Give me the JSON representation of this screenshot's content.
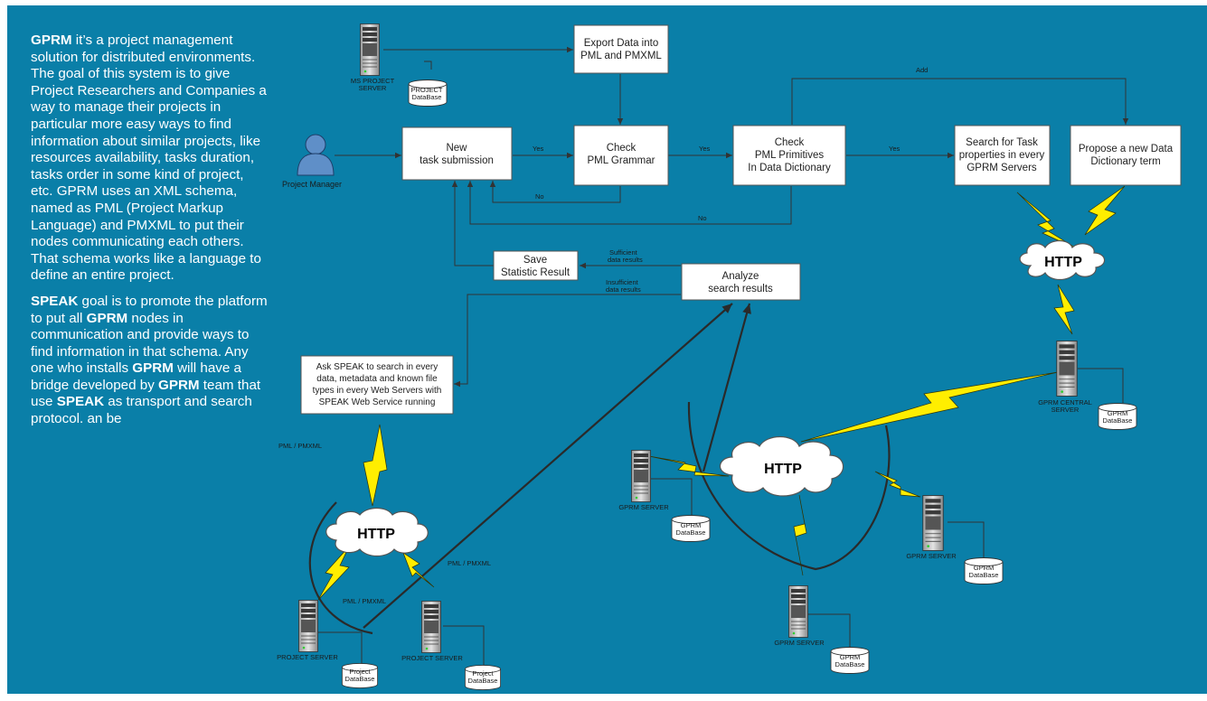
{
  "intro": {
    "p1": {
      "lead": "GPRM",
      "rest": " it’s a project management solution for distributed environments. The goal of this system is to give Project Researchers and Companies a way to manage their projects in particular more easy ways to find information about similar projects, like resources availability, tasks duration, tasks order in some kind of project, etc. GPRM uses an XML schema, named as PML (Project Markup Language) and PMXML to put their nodes communicating each others. That schema works like a language to define an entire project."
    },
    "p2": {
      "b1": "SPEAK",
      "t1": " goal is to promote the platform to put all ",
      "b2": "GPRM",
      "t2": " nodes in communication and provide ways to find information in that schema. Any one who installs ",
      "b3": "GPRM",
      "t3": " will have a bridge developed by ",
      "b4": "GPRM",
      "t4": " team that use ",
      "b5": "SPEAK",
      "t5": " as transport and search protocol. an be"
    }
  },
  "boxes": {
    "export": [
      "Export Data into",
      "PML and PMXML"
    ],
    "new_task": [
      "New",
      "task submission"
    ],
    "check_grammar": [
      "Check",
      "PML Grammar"
    ],
    "check_primitives": [
      "Check",
      "PML Primitives",
      "In Data Dictionary"
    ],
    "search_task": [
      "Search for Task",
      "properties in every",
      "GPRM Servers"
    ],
    "propose": [
      "Propose a new Data",
      "Dictionary term"
    ],
    "save": [
      "Save",
      "Statistic Result"
    ],
    "analyze": [
      "Analyze",
      "search results"
    ],
    "ask_speak": [
      "Ask SPEAK to search in every",
      "data, metadata and known file",
      "types in every Web Servers with",
      "SPEAK Web Service running"
    ]
  },
  "edge_labels": {
    "yes1": "Yes",
    "yes2": "Yes",
    "yes3": "Yes",
    "no1": "No",
    "no2": "No",
    "add": "Add",
    "sufficient": [
      "Sufficient",
      "data results"
    ],
    "insufficient": [
      "Insufficient",
      "data results"
    ],
    "pml1": "PML / PMXML",
    "pml2": "PML / PMXML",
    "pml3": "PML / PMXML"
  },
  "nodes": {
    "ms_server": [
      "MS PROJECT",
      "SERVER"
    ],
    "ms_db": [
      "PROJECT",
      "DataBase"
    ],
    "project_manager": "Project Manager",
    "central_server": [
      "GPRM CENTRAL",
      "SERVER"
    ],
    "central_db": [
      "GPRM",
      "DataBase"
    ],
    "gprm_server_left": "GPRM SERVER",
    "gprm_db_left": [
      "GPRM",
      "DataBase"
    ],
    "gprm_server_right": "GPRM SERVER",
    "gprm_db_right": [
      "GPRM",
      "DataBase"
    ],
    "gprm_server_bottom": "GPRM SERVER",
    "gprm_db_bottom": [
      "GPRM",
      "DataBase"
    ],
    "project_server_1": "PROJECT SERVER",
    "project_db_1": [
      "Project",
      "DataBase"
    ],
    "project_server_2": "PROJECT SERVER",
    "project_db_2": [
      "Project",
      "DataBase"
    ]
  },
  "clouds": {
    "top": "HTTP",
    "middle": "HTTP",
    "left": "HTTP"
  }
}
